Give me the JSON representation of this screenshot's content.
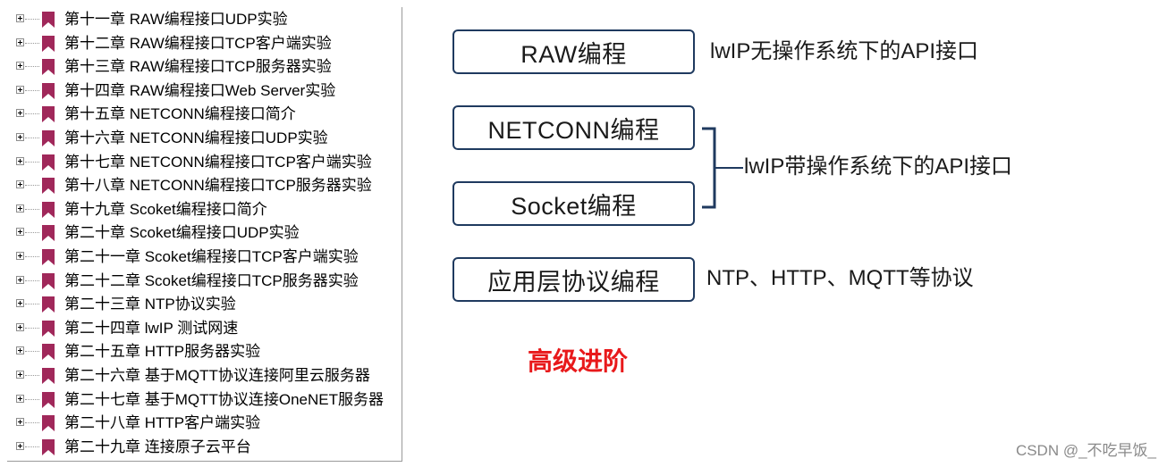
{
  "tree": {
    "items": [
      {
        "label": "第十一章 RAW编程接口UDP实验"
      },
      {
        "label": "第十二章 RAW编程接口TCP客户端实验"
      },
      {
        "label": "第十三章 RAW编程接口TCP服务器实验"
      },
      {
        "label": "第十四章 RAW编程接口Web Server实验"
      },
      {
        "label": "第十五章 NETCONN编程接口简介"
      },
      {
        "label": "第十六章 NETCONN编程接口UDP实验"
      },
      {
        "label": "第十七章 NETCONN编程接口TCP客户端实验"
      },
      {
        "label": "第十八章 NETCONN编程接口TCP服务器实验"
      },
      {
        "label": "第十九章 Scoket编程接口简介"
      },
      {
        "label": "第二十章 Scoket编程接口UDP实验"
      },
      {
        "label": "第二十一章 Scoket编程接口TCP客户端实验"
      },
      {
        "label": "第二十二章 Scoket编程接口TCP服务器实验"
      },
      {
        "label": "第二十三章 NTP协议实验"
      },
      {
        "label": "第二十四章 lwIP 测试网速"
      },
      {
        "label": "第二十五章 HTTP服务器实验"
      },
      {
        "label": "第二十六章 基于MQTT协议连接阿里云服务器"
      },
      {
        "label": "第二十七章 基于MQTT协议连接OneNET服务器"
      },
      {
        "label": "第二十八章 HTTP客户端实验"
      },
      {
        "label": "第二十九章 连接原子云平台"
      }
    ]
  },
  "diagram": {
    "raw_box": "RAW编程",
    "raw_desc": "lwIP无操作系统下的API接口",
    "netconn_box": "NETCONN编程",
    "socket_box": "Socket编程",
    "os_desc": "lwIP带操作系统下的API接口",
    "app_box": "应用层协议编程",
    "app_desc": "NTP、HTTP、MQTT等协议",
    "advanced_label": "高级进阶"
  },
  "watermark": "CSDN @_不吃早饭_",
  "colors": {
    "bookmark": "#a0285a",
    "box_border": "#1f3a5f",
    "advanced": "#e8191b"
  }
}
